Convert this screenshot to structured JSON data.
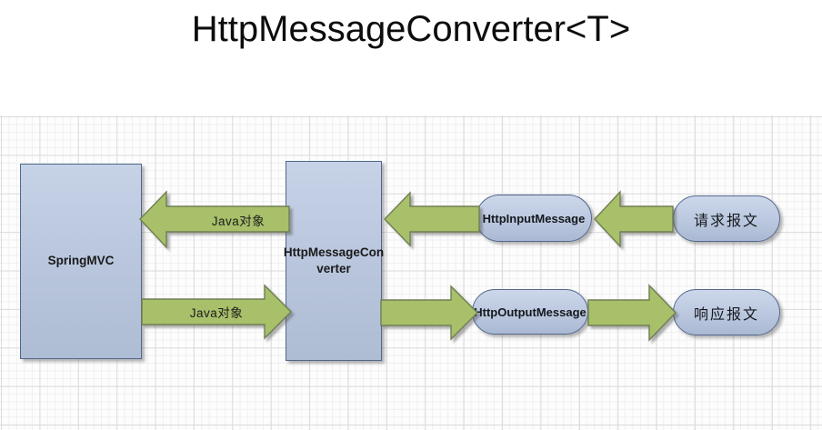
{
  "slide": {
    "title": "HttpMessageConverter<T>",
    "background": "#ffffff",
    "canvas_background": "#fdfdfd"
  },
  "colors": {
    "box_fill": "#bac7de",
    "box_border": "#51688c",
    "arrow_fill": "#a8c06b",
    "arrow_border": "#6f7f52",
    "grid_line": "#dcdcdc",
    "text": "#1a1a1a"
  },
  "diagram": {
    "type": "flow",
    "nodes": [
      {
        "id": "springmvc",
        "label": "SpringMVC",
        "shape": "rectangle"
      },
      {
        "id": "converter",
        "label": "HttpMessageConverter",
        "line1": "HttpMessageCon",
        "line2": "verter",
        "shape": "rectangle"
      },
      {
        "id": "inputmsg",
        "label": "HttpInputMessage",
        "shape": "rounded"
      },
      {
        "id": "outputmsg",
        "label": "HttpOutputMessage",
        "shape": "rounded"
      },
      {
        "id": "requestmsg",
        "label": "请求报文",
        "shape": "rounded"
      },
      {
        "id": "responsemsg",
        "label": "响应报文",
        "shape": "rounded"
      }
    ],
    "edges": [
      {
        "id": "e1",
        "from": "requestmsg",
        "to": "inputmsg",
        "label": "",
        "direction": "left"
      },
      {
        "id": "e2",
        "from": "inputmsg",
        "to": "converter",
        "label": "",
        "direction": "left"
      },
      {
        "id": "e3",
        "from": "converter",
        "to": "springmvc",
        "label": "Java对象",
        "direction": "left"
      },
      {
        "id": "e4",
        "from": "springmvc",
        "to": "converter",
        "label": "Java对象",
        "direction": "right"
      },
      {
        "id": "e5",
        "from": "converter",
        "to": "outputmsg",
        "label": "",
        "direction": "right"
      },
      {
        "id": "e6",
        "from": "outputmsg",
        "to": "responsemsg",
        "label": "",
        "direction": "right"
      }
    ]
  }
}
